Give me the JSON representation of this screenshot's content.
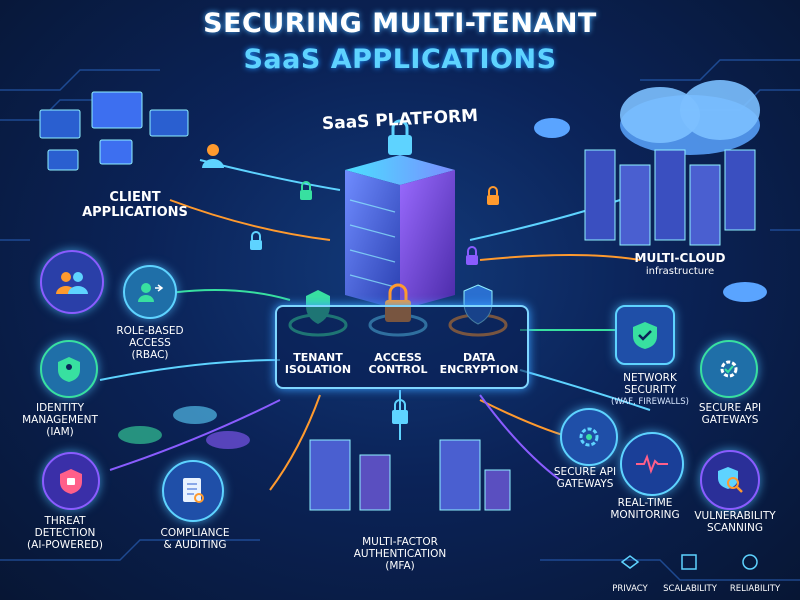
{
  "title": {
    "line1": "SECURING MULTI-TENANT",
    "line2": "SaaS APPLICATIONS"
  },
  "platform_label": "SaaS PLATFORM",
  "client": {
    "line1": "CLIENT",
    "line2": "APPLICATIONS"
  },
  "cloud": {
    "line1": "MULTI-CLOUD",
    "line2": "infrastructure"
  },
  "hub": {
    "tenant": {
      "line1": "TENANT",
      "line2": "ISOLATION"
    },
    "access": {
      "line1": "ACCESS",
      "line2": "CONTROL"
    },
    "data": {
      "line1": "DATA",
      "line2": "ENCRYPTION"
    }
  },
  "rbac": {
    "line1": "ROLE-BASED",
    "line2": "ACCESS",
    "line3": "(RBAC)"
  },
  "iam": {
    "line1": "IDENTITY",
    "line2": "MANAGEMENT",
    "line3": "(IAM)"
  },
  "threat": {
    "line1": "THREAT",
    "line2": "DETECTION",
    "line3": "(AI-POWERED)"
  },
  "compliance": {
    "line1": "COMPLIANCE",
    "line2": "& AUDITING"
  },
  "mfa": {
    "line1": "MULTI-FACTOR",
    "line2": "AUTHENTICATION",
    "line3": "(MFA)"
  },
  "network": {
    "line1": "NETWORK",
    "line2": "SECURITY",
    "line3": "(WAF, FIREWALLS)"
  },
  "api_right": {
    "line1": "SECURE API",
    "line2": "GATEWAYS"
  },
  "api_center": {
    "line1": "SECURE API",
    "line2": "GATEWAYS"
  },
  "monitoring": {
    "line1": "REAL-TIME",
    "line2": "MONITORING"
  },
  "vuln": {
    "line1": "VULNERABILITY",
    "line2": "SCANNING"
  },
  "footer": {
    "privacy": "PRIVACY",
    "scalability": "SCALABILITY",
    "reliability": "RELIABILITY"
  },
  "colors": {
    "accent": "#5ed3ff",
    "orange": "#ff9a2e",
    "green": "#38e0a0",
    "purple": "#8a5cff",
    "bg": "#0b2358"
  },
  "icons": [
    "monitor-icon",
    "user-icon",
    "lock-icon",
    "cloud-icon",
    "server-icon",
    "shield-icon",
    "gear-icon",
    "building-icon",
    "document-icon",
    "heartbeat-icon",
    "magnifier-icon"
  ]
}
